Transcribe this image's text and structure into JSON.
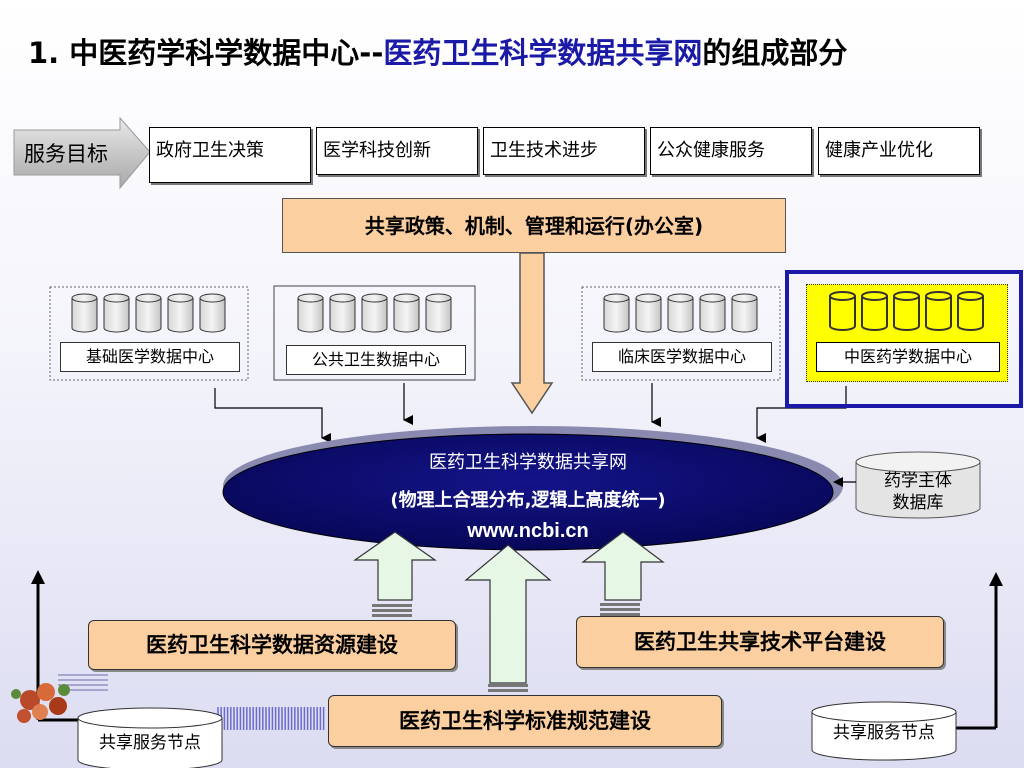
{
  "title": {
    "prefix": "1. 中医药学科学数据中心--",
    "highlight": "医药卫生科学数据共享网",
    "suffix": "的组成部分"
  },
  "service_goals": {
    "label": "服务目标",
    "items": [
      "政府卫生决策",
      "医学科技创新",
      "卫生技术进步",
      "公众健康服务",
      "健康产业优化"
    ]
  },
  "policy_box": "共享政策、机制、管理和运行(办公室)",
  "data_centers": [
    "基础医学数据中心",
    "公共卫生数据中心",
    "临床医学数据中心",
    "中医药学数据中心"
  ],
  "network": {
    "name": "医药卫生科学数据共享网",
    "subtitle": "(物理上合理分布,逻辑上高度统一)",
    "url": "www.ncbi.cn"
  },
  "pharma_db": {
    "line1": "药学主体",
    "line2": "数据库"
  },
  "construction": {
    "resource": "医药卫生科学数据资源建设",
    "platform": "医药卫生共享技术平台建设",
    "standard": "医药卫生科学标准规范建设"
  },
  "service_nodes": {
    "left": "共享服务节点",
    "right": "共享服务节点"
  },
  "colors": {
    "accent_blue": "#1a1aa6",
    "network_fill": "#0b0b6e",
    "orange_box": "#fccfa0",
    "highlight_yellow": "#ffff00",
    "arrow_green": "#e6f7e6"
  }
}
